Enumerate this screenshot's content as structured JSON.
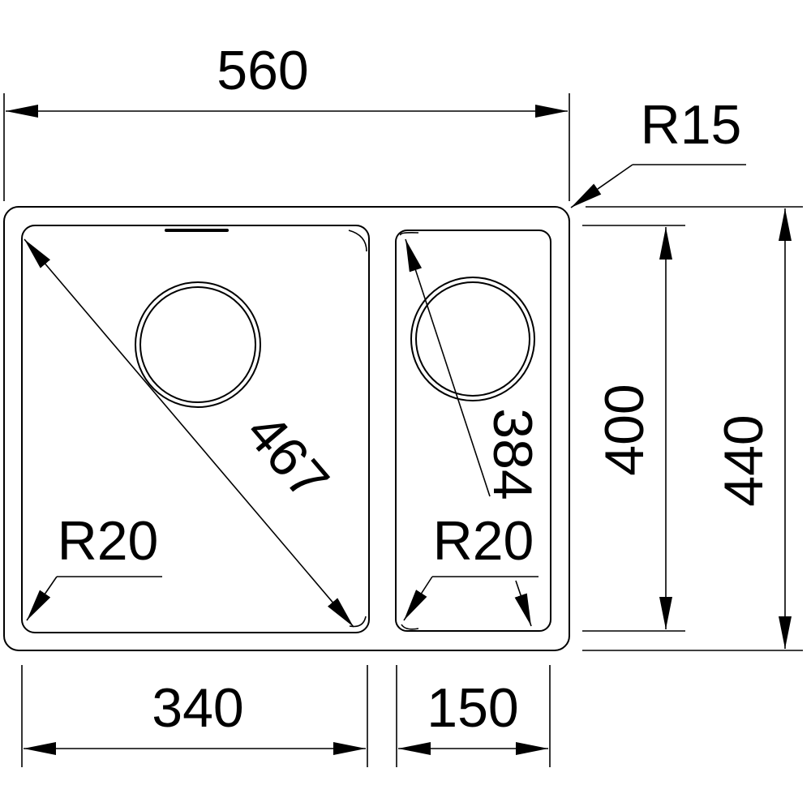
{
  "dimensions": {
    "overall_width": "560",
    "overall_height": "440",
    "bowl_height": "400",
    "large_bowl_width": "340",
    "small_bowl_width": "150",
    "large_bowl_diagonal": "467",
    "small_bowl_diagonal": "384"
  },
  "radii": {
    "outer_corner": "R15",
    "large_bowl_corner": "R20",
    "small_bowl_corner": "R20"
  },
  "colors": {
    "line": "#000000",
    "background": "#ffffff"
  }
}
